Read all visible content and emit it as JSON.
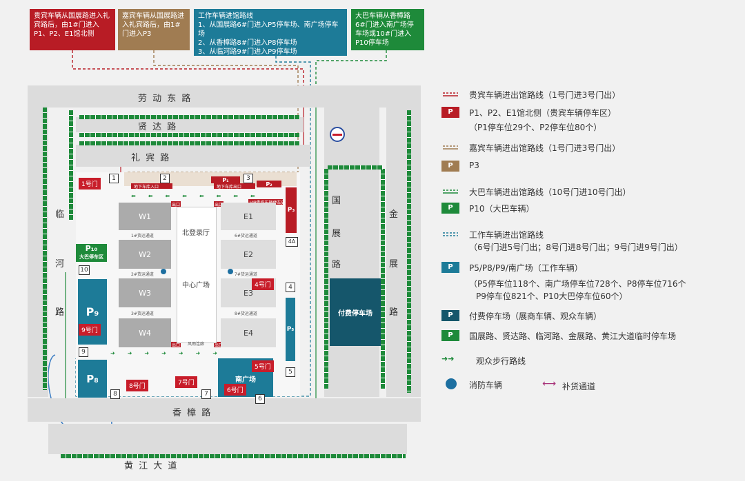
{
  "top_notes": {
    "vip": "贵宾车辆从国展路进入礼宾路后，由1#门进入P1、P2、E1馆北侧",
    "guest": "嘉宾车辆从国展路进入礼宾路后，由1#门进入P3",
    "work_title": "工作车辆进馆路线",
    "work_1": "1、从国展路6#门进入P5停车场、南广场停车场",
    "work_2": "2、从香樟路8#门进入P8停车场",
    "work_3": "3、从临河路9#门进入P9停车场",
    "bus": "大巴车辆从香樟路6#门进入南广场停车场或10#门进入P10停车场"
  },
  "roads": {
    "laodong": "劳 动 东 路",
    "xianda": "贤 达 路",
    "libin": "礼 宾 路",
    "linhe_1": "临",
    "linhe_2": "河",
    "linhe_3": "路",
    "guozhan_1": "国",
    "guozhan_2": "展",
    "guozhan_3": "路",
    "jinzhan_1": "金",
    "jinzhan_2": "展",
    "jinzhan_3": "路",
    "xiangzhang": "香 樟 路",
    "huangjiang": "黄 江 大 道"
  },
  "halls": {
    "w1": "W1",
    "w2": "W2",
    "w3": "W3",
    "w4": "W4",
    "e1": "E1",
    "e2": "E2",
    "e3": "E3",
    "e4": "E4",
    "north": "北登录厅",
    "center": "中心广场",
    "tunnel": "风雨连廊"
  },
  "lanes": {
    "l1": "1#货运通道",
    "l2": "2#货运通道",
    "l3": "3#货运通道",
    "l6": "6#货运通道",
    "l7": "7#货运通道",
    "l8": "8#货运通道"
  },
  "markers": {
    "underground_in": "地下车库入口",
    "underground_out": "地下车库出口",
    "exit": "出口",
    "vip_only": "VIP贵宾车辆停车处"
  },
  "gates": {
    "g1": "1号门",
    "g4": "4号门",
    "g5": "5号门",
    "g6": "6号门",
    "g7": "7号门",
    "g8": "8号门",
    "g9": "9号门"
  },
  "nums": {
    "n1": "1",
    "n2": "2",
    "n3": "3",
    "n4a": "4A",
    "n4": "4",
    "n5": "5",
    "n6": "6",
    "n7": "7",
    "n8": "8",
    "n9": "9",
    "n10": "10"
  },
  "parks": {
    "p1": "P₁",
    "p2": "P₂",
    "p3": "P₃",
    "p5": "P₅",
    "p8": "P₈",
    "p9": "P₉",
    "p10": "P₁₀",
    "p10_sub": "大巴停车区",
    "south": "南广场",
    "paid": "付费停车场"
  },
  "legend": {
    "vip_route": "贵宾车辆进出馆路线（1号门进3号门出）",
    "vip_park": "P1、P2、E1馆北侧（贵宾车辆停车区）",
    "vip_park_sub": "（P1停车位29个、P2停车位80个）",
    "guest_route": "嘉宾车辆进出馆路线（1号门进3号门出）",
    "guest_park": "P3",
    "bus_route": "大巴车辆进出馆路线（10号门进10号门出）",
    "bus_park": "P10（大巴车辆）",
    "work_route": "工作车辆进出馆路线",
    "work_route_sub": "（6号门进5号门出；8号门进8号门出；9号门进9号门出）",
    "work_park": "P5/P8/P9/南广场（工作车辆）",
    "work_park_sub1": "（P5停车位118个、南广场停车位728个、P8停车位716个",
    "work_park_sub2": "P9停车位821个、P10大巴停车位60个）",
    "paid_park": "付费停车场（展商车辆、观众车辆）",
    "temp_park": "国展路、贤达路、临河路、金展路、黄江大道临时停车场",
    "walk": "观众步行路线",
    "fire": "消防车辆",
    "supply": "补货通道",
    "p_letter": "P"
  },
  "colors": {
    "vip": "#b81c25",
    "guest": "#a07c52",
    "bus": "#1e8a3a",
    "work": "#1d7b98",
    "paid": "#15566b",
    "hall": "#ababab"
  }
}
